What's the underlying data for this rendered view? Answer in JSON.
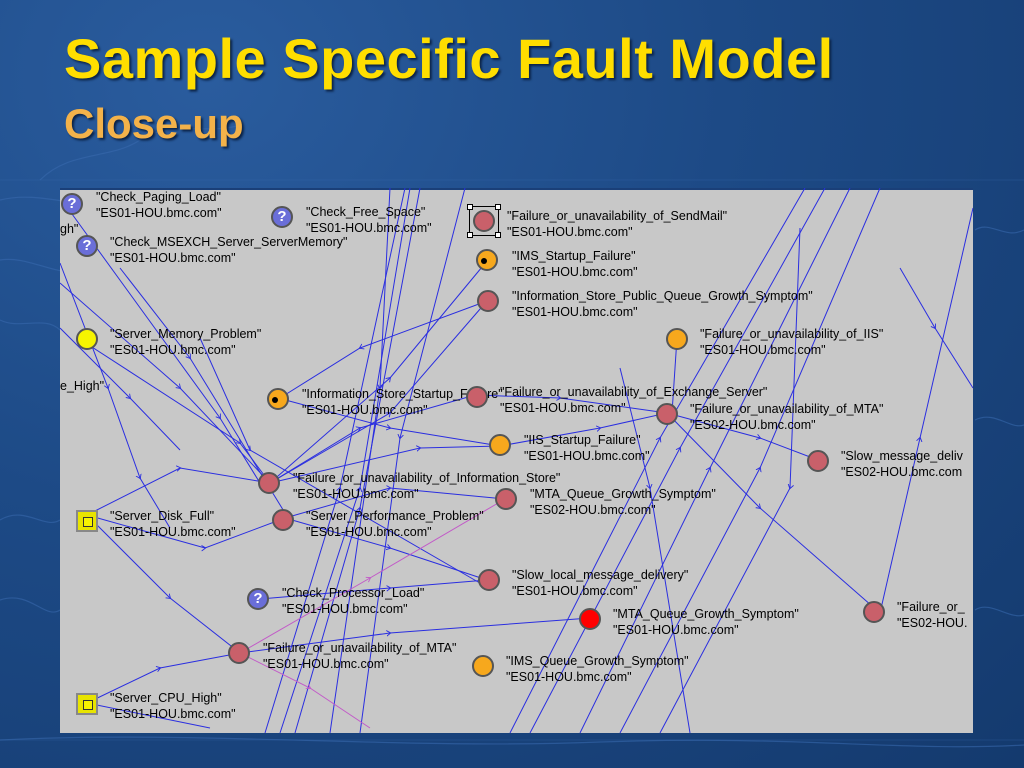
{
  "slide": {
    "title": "Sample Specific Fault Model",
    "subtitle": "Close-up"
  },
  "colors": {
    "background": "#1d4a86",
    "title": "#ffde00",
    "subtitle": "#f3b24a",
    "panel": "#c8c8c8",
    "edge": "#2a2ee0",
    "edge_alt": "#c25ac8",
    "node_red": "#c9606a",
    "node_orange": "#f7a81d",
    "node_yellow": "#f6f400",
    "node_alert": "#ff0000",
    "node_question": "#6a6ed8"
  },
  "nodes": {
    "n1": {
      "type": "question",
      "name": "\"Check_Paging_Load\"",
      "host": "\"ES01-HOU.bmc.com\""
    },
    "n2": {
      "type": "question",
      "name": "\"Check_Free_Space\"",
      "host": "\"ES01-HOU.bmc.com\""
    },
    "n3": {
      "type": "red-selected",
      "name": "\"Failure_or_unavailability_of_SendMail\"",
      "host": "\"ES01-HOU.bmc.com\""
    },
    "n4": {
      "type": "question",
      "name": "\"Check_MSEXCH_Server_ServerMemory\"",
      "host": "\"ES01-HOU.bmc.com\""
    },
    "n5": {
      "type": "orange-dot",
      "name": "\"IMS_Startup_Failure\"",
      "host": "\"ES01-HOU.bmc.com\""
    },
    "n6": {
      "type": "red",
      "name": "\"Information_Store_Public_Queue_Growth_Symptom\"",
      "host": "\"ES01-HOU.bmc.com\""
    },
    "n7": {
      "type": "yellow",
      "name": "\"Server_Memory_Problem\"",
      "host": "\"ES01-HOU.bmc.com\""
    },
    "n8": {
      "type": "orange",
      "name": "\"Failure_or_unavailability_of_IIS\"",
      "host": "\"ES01-HOU.bmc.com\""
    },
    "n9": {
      "type": "orange-dot",
      "name": "\"Information_Store_Startup_Failure\"",
      "host": "\"ES01-HOU.bmc.com\""
    },
    "n10": {
      "type": "red",
      "name": "\"Failure_or_unavailability_of_Exchange_Server\"",
      "host": "\"ES01-HOU.bmc.com\""
    },
    "n11": {
      "type": "red",
      "name": "\"Failure_or_unavailability_of_MTA\"",
      "host": "\"ES02-HOU.bmc.com\""
    },
    "n12": {
      "type": "orange",
      "name": "\"IIS_Startup_Failure\"",
      "host": "\"ES01-HOU.bmc.com\""
    },
    "n13": {
      "type": "red",
      "name": "\"Slow_message_deliv",
      "host": "\"ES02-HOU.bmc.com"
    },
    "n14": {
      "type": "red",
      "name": "\"Failure_or_unavailability_of_Information_Store\"",
      "host": "\"ES01-HOU.bmc.com\""
    },
    "n15": {
      "type": "red",
      "name": "\"MTA_Queue_Growth_Symptom\"",
      "host": "\"ES02-HOU.bmc.com\""
    },
    "n16": {
      "type": "square",
      "name": "\"Server_Disk_Full\"",
      "host": "\"ES01-HOU.bmc.com\""
    },
    "n17": {
      "type": "red",
      "name": "\"Server_Performance_Problem\"",
      "host": "\"ES01-HOU.bmc.com\""
    },
    "n18": {
      "type": "red",
      "name": "\"Slow_local_message_delivery\"",
      "host": "\"ES01-HOU.bmc.com\""
    },
    "n19": {
      "type": "question",
      "name": "\"Check_Processor_Load\"",
      "host": "\"ES01-HOU.bmc.com\""
    },
    "n20": {
      "type": "bright",
      "name": "\"MTA_Queue_Growth_Symptom\"",
      "host": "\"ES01-HOU.bmc.com\""
    },
    "n21": {
      "type": "red",
      "name": "\"Failure_or_",
      "host": "\"ES02-HOU."
    },
    "n22": {
      "type": "red",
      "name": "\"Failure_or_unavailability_of_MTA\"",
      "host": "\"ES01-HOU.bmc.com\""
    },
    "n23": {
      "type": "orange",
      "name": "\"IMS_Queue_Growth_Symptom\"",
      "host": "\"ES01-HOU.bmc.com\""
    },
    "n24": {
      "type": "square",
      "name": "\"Server_CPU_High\"",
      "host": "\"ES01-HOU.bmc.com\""
    }
  },
  "clipped": {
    "c1": "gh\"",
    "c2": "e_High\""
  }
}
